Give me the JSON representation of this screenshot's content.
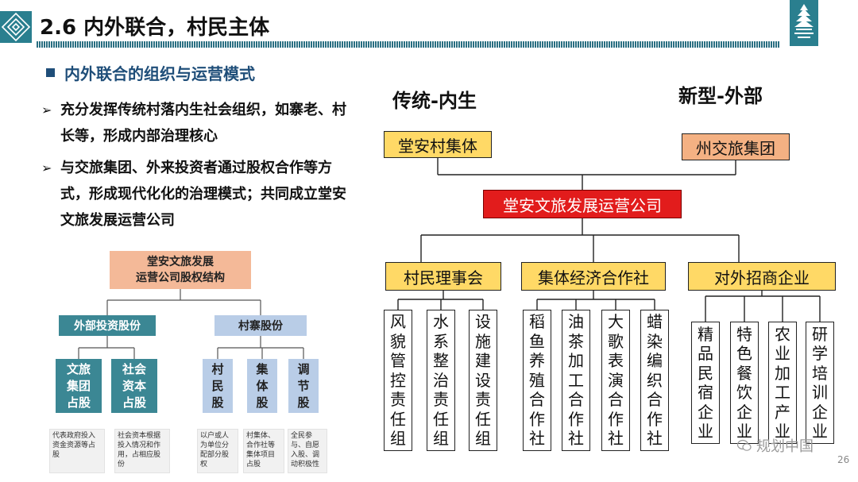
{
  "header": {
    "title": "2.6  内外联合，村民主体"
  },
  "left": {
    "subtitle": "内外联合的组织与运营模式",
    "bullets": [
      {
        "arrow": "➢",
        "text": "充分发挥传统村落内生社会组织，如寨老、村长等，形成内部治理核心"
      },
      {
        "arrow": "➢",
        "text": "与交旅集团、外来投资者通过股权合作等方式，形成现代化化的治理模式；共同成立堂安文旅发展运营公司"
      }
    ],
    "diagram": {
      "root_line1": "堂安文旅发展",
      "root_line2": "运营公司股权结构",
      "outside": "外部投资股份",
      "village": "村寨股份",
      "leaves": [
        {
          "l1": "文旅",
          "l2": "集团",
          "l3": "占股"
        },
        {
          "l1": "社会",
          "l2": "资本",
          "l3": "占股"
        },
        {
          "l1": "村",
          "l2": "民",
          "l3": "股"
        },
        {
          "l1": "集",
          "l2": "体",
          "l3": "股"
        },
        {
          "l1": "调",
          "l2": "节",
          "l3": "股"
        }
      ],
      "notes": [
        "代表政府投入资金资源等占股",
        "社会资本根据投入情况和作用，占相应股份",
        "以户或人为单位分配部分股权",
        "村集体、合作社等集体项目占股",
        "全民参与、自愿入股、调动积极性"
      ]
    }
  },
  "right": {
    "heading_traditional": "传统-内生",
    "heading_new": "新型-外部",
    "danan": "堂安村集体",
    "zhoujiaolv": "州交旅集团",
    "company": "堂安文旅发展运营公司",
    "mid": [
      "村民理事会",
      "集体经济合作社",
      "对外招商企业"
    ],
    "columns": [
      "风貌管控责任组",
      "水系整治责任组",
      "设施建设责任组",
      "稻鱼养殖合作社",
      "油茶加工合作社",
      "大歌表演合作社",
      "蜡染编织合作社",
      "精品民宿企业",
      "特色餐饮企业",
      "农业加工产业",
      "研学培训企业"
    ]
  },
  "footer": {
    "watermark": "规划中国",
    "page": "26"
  },
  "colors": {
    "teal": "#3b8794",
    "light_blue": "#b9cde7",
    "peach": "#f4b998",
    "yellow": "#ffd966",
    "orange": "#f4b183",
    "red": "#e21c1c",
    "navy": "#1f4e79"
  }
}
